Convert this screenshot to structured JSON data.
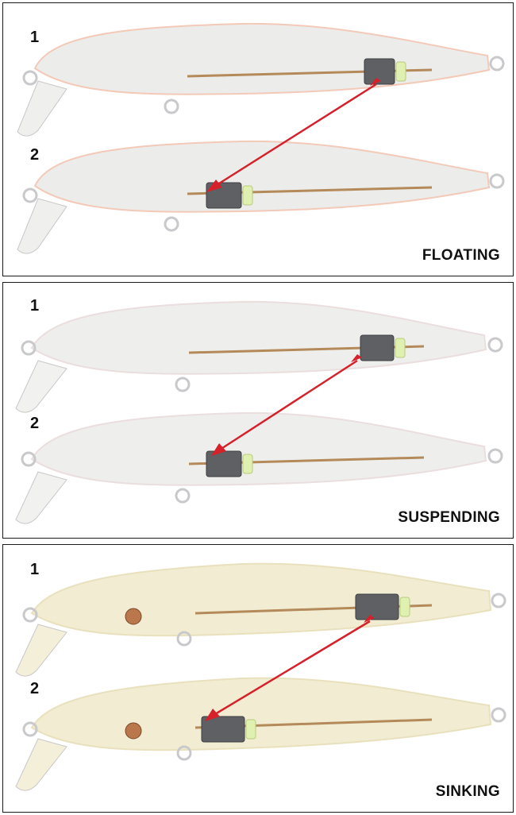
{
  "panels": [
    {
      "label": "FLOATING",
      "steps": [
        "1",
        "2"
      ],
      "body_color": "#ececea",
      "tint": "#f3c9b8",
      "eye": "clear"
    },
    {
      "label": "SUSPENDING",
      "steps": [
        "1",
        "2"
      ],
      "body_color": "#eeeeec",
      "tint": "#eadede",
      "eye": "clear"
    },
    {
      "label": "SINKING",
      "steps": [
        "1",
        "2"
      ],
      "body_color": "#f1ecd2",
      "tint": "#e9e1bd",
      "eye": "bronze-bead"
    }
  ],
  "colors": {
    "arrow": "#d6202a",
    "weight": "#5e6064",
    "rod": "#b58a5a",
    "glow_bead": "#dff0b0",
    "eyelet": "#c9c9cc",
    "split_ring": "#d9a43a",
    "border": "#1a1a1a"
  }
}
